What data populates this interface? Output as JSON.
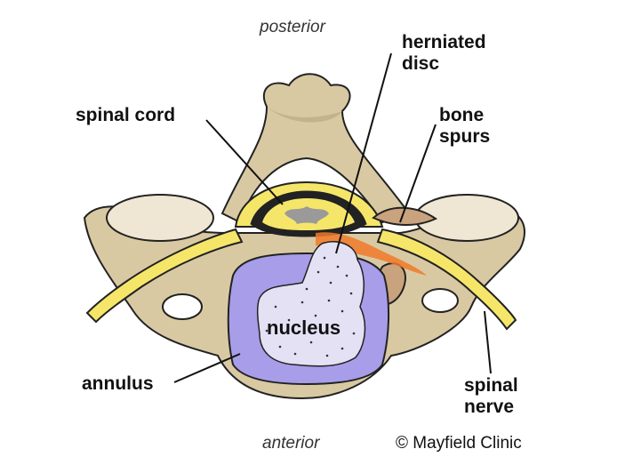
{
  "orientation": {
    "top": "posterior",
    "bottom": "anterior"
  },
  "labels": {
    "herniated_disc": [
      "herniated",
      "disc"
    ],
    "spinal_cord": "spinal cord",
    "bone_spurs": [
      "bone",
      "spurs"
    ],
    "nucleus": "nucleus",
    "annulus": "annulus",
    "spinal_nerve": [
      "spinal",
      "nerve"
    ]
  },
  "credit": "© Mayfield Clinic",
  "colors": {
    "bone": "#d9c9a3",
    "bone_shadow": "#b8a57c",
    "nerve": "#f5e66a",
    "disc_annulus": "#a79de8",
    "disc_nucleus": "#e4e1f5",
    "inflammation": "#f07a2a",
    "bone_spur": "#c9a27e"
  }
}
